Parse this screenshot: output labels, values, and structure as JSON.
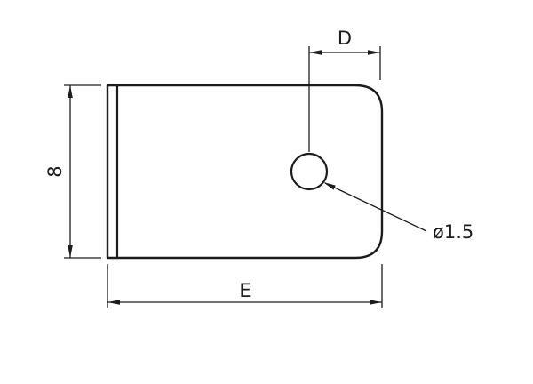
{
  "page": {
    "background": "#ffffff",
    "line_color": "#1c1c1c"
  },
  "drawing": {
    "type": "technical-dimension-drawing",
    "part": "rounded rectangular plate with bend line on left and one round hole",
    "dimensions": {
      "hole_offset": {
        "label": "D"
      },
      "height": {
        "label": "8"
      },
      "width": {
        "label": "E"
      },
      "hole_diameter": {
        "label": "ø1.5"
      }
    }
  }
}
